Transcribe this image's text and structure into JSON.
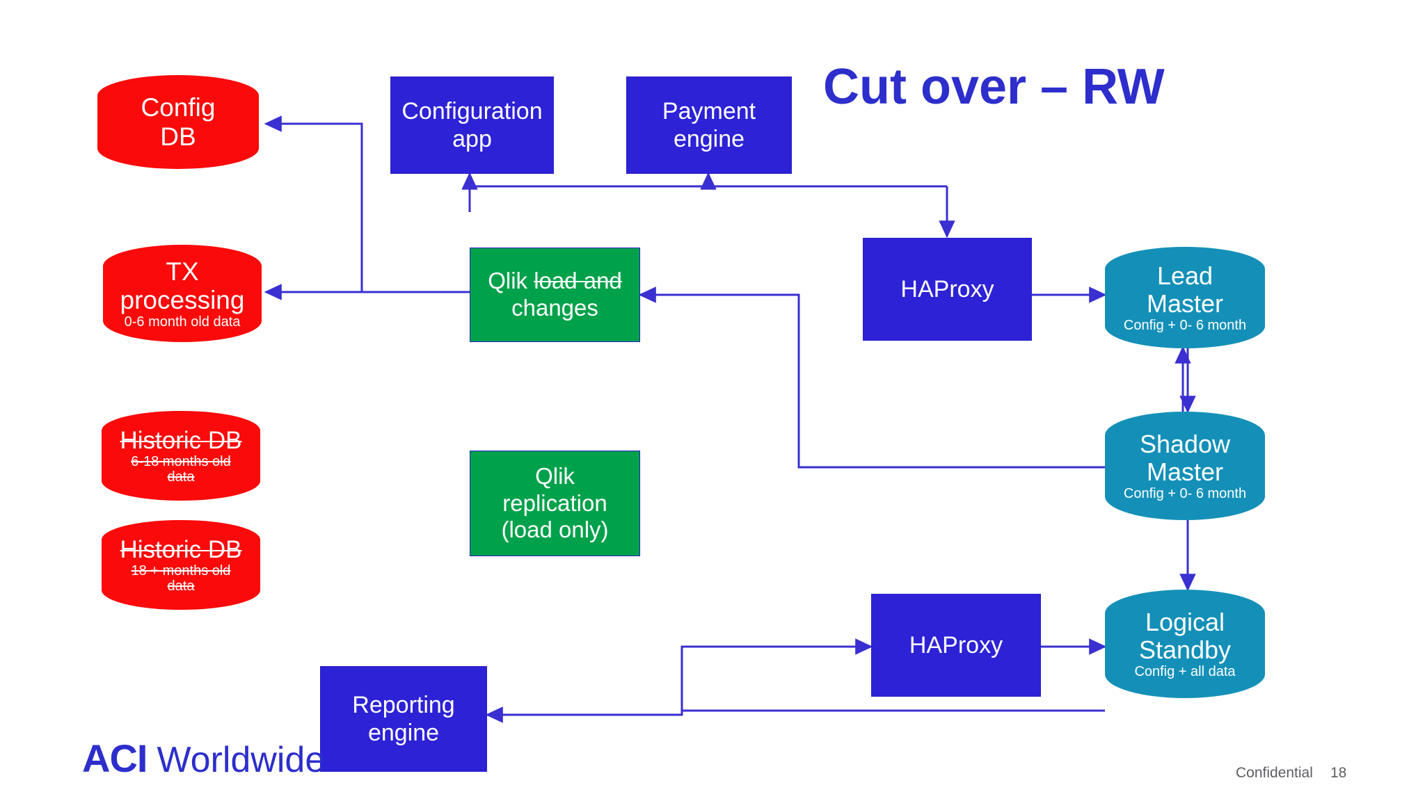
{
  "slide": {
    "title": "Cut over – RW",
    "footer": {
      "confidential": "Confidential",
      "page_number": "18"
    },
    "logo": {
      "mark": "ACI",
      "word": "Worldwide"
    }
  },
  "colors": {
    "legacy_db": "#fa0a0a",
    "app_box": "#2d22d6",
    "qlik_box": "#00a14b",
    "target_db": "#1490b8",
    "connector": "#3a2fd0",
    "title": "#2d2ecb",
    "text_on_fill": "#ffffff"
  },
  "nodes": [
    {
      "id": "config-db",
      "kind": "cylinder",
      "group": "legacy-db",
      "lines": [
        "Config",
        "DB"
      ],
      "subtitle": "",
      "struck": false,
      "sub_struck": false
    },
    {
      "id": "tx-processing",
      "kind": "cylinder",
      "group": "legacy-db",
      "lines": [
        "TX",
        "processing"
      ],
      "subtitle": "0-6 month old data",
      "struck": false,
      "sub_struck": false
    },
    {
      "id": "historic-db-6-18",
      "kind": "cylinder",
      "group": "legacy-db",
      "lines": [
        "Historic DB"
      ],
      "subtitle": "6-18 months old data",
      "struck": true,
      "sub_struck": true
    },
    {
      "id": "historic-db-18",
      "kind": "cylinder",
      "group": "legacy-db",
      "lines": [
        "Historic DB"
      ],
      "subtitle": "18 + months old data",
      "struck": true,
      "sub_struck": true
    },
    {
      "id": "configuration-app",
      "kind": "rect",
      "group": "app",
      "lines": [
        "Configuration",
        "app"
      ],
      "subtitle": "",
      "struck": false,
      "sub_struck": false
    },
    {
      "id": "payment-engine",
      "kind": "rect",
      "group": "app",
      "lines": [
        "Payment",
        "engine"
      ],
      "subtitle": "",
      "struck": false,
      "sub_struck": false
    },
    {
      "id": "qlik-load-changes",
      "kind": "rect",
      "group": "qlik",
      "lines": [
        "Qlik load and",
        "changes"
      ],
      "subtitle": "",
      "struck": false,
      "sub_struck": false,
      "partial_strike": {
        "line": 0,
        "plain_prefix": "Qlik ",
        "struck_text": "load and"
      }
    },
    {
      "id": "qlik-replication",
      "kind": "rect",
      "group": "qlik",
      "lines": [
        "Qlik",
        "replication",
        "(load only)"
      ],
      "subtitle": "",
      "struck": false,
      "sub_struck": false
    },
    {
      "id": "haproxy-top",
      "kind": "rect",
      "group": "app",
      "lines": [
        "HAProxy"
      ],
      "subtitle": "",
      "struck": false,
      "sub_struck": false
    },
    {
      "id": "haproxy-bottom",
      "kind": "rect",
      "group": "app",
      "lines": [
        "HAProxy"
      ],
      "subtitle": "",
      "struck": false,
      "sub_struck": false
    },
    {
      "id": "reporting-engine",
      "kind": "rect",
      "group": "app",
      "lines": [
        "Reporting",
        "engine"
      ],
      "subtitle": "",
      "struck": false,
      "sub_struck": false
    },
    {
      "id": "lead-master",
      "kind": "cylinder",
      "group": "target-db",
      "lines": [
        "Lead",
        "Master"
      ],
      "subtitle": "Config + 0- 6 month",
      "struck": false,
      "sub_struck": false
    },
    {
      "id": "shadow-master",
      "kind": "cylinder",
      "group": "target-db",
      "lines": [
        "Shadow",
        "Master"
      ],
      "subtitle": "Config + 0- 6 month",
      "struck": false,
      "sub_struck": false
    },
    {
      "id": "logical-standby",
      "kind": "cylinder",
      "group": "target-db",
      "lines": [
        "Logical",
        "Standby"
      ],
      "subtitle": "Config + all data",
      "struck": false,
      "sub_struck": false
    }
  ],
  "connections": [
    {
      "from": "qlik-load-changes",
      "to": "config-db",
      "label": ""
    },
    {
      "from": "qlik-load-changes",
      "to": "tx-processing",
      "label": ""
    },
    {
      "from": "qlik-load-changes",
      "to": "configuration-app",
      "label": ""
    },
    {
      "from": "qlik-load-changes",
      "to": "payment-engine",
      "label": ""
    },
    {
      "from": "lead-master",
      "to": "haproxy-top",
      "label": ""
    },
    {
      "from": "haproxy-top",
      "to": "lead-master",
      "label": ""
    },
    {
      "from": "shadow-master",
      "to": "qlik-load-changes",
      "label": ""
    },
    {
      "from": "lead-master",
      "to": "shadow-master",
      "label": ""
    },
    {
      "from": "shadow-master",
      "to": "lead-master",
      "label": ""
    },
    {
      "from": "shadow-master",
      "to": "logical-standby",
      "label": ""
    },
    {
      "from": "logical-standby",
      "to": "reporting-engine",
      "label": ""
    },
    {
      "from": "haproxy-bottom",
      "to": "logical-standby",
      "label": ""
    },
    {
      "from": "reporting-engine",
      "to": "haproxy-bottom",
      "label": ""
    }
  ]
}
